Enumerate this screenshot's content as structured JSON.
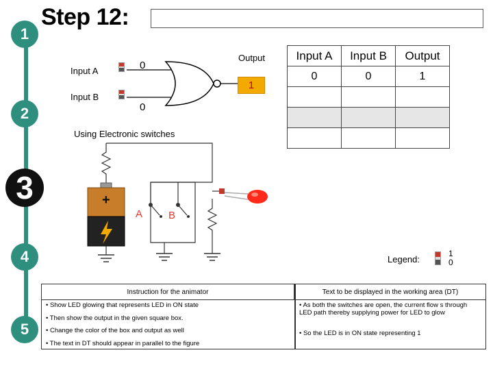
{
  "steps": [
    "1",
    "2",
    "3",
    "4",
    "5"
  ],
  "title": "Step 12:",
  "circuit": {
    "input_a_label": "Input A",
    "input_b_label": "Input B",
    "input_a_value": "0",
    "input_b_value": "0",
    "output_label": "Output",
    "output_value": "1",
    "caption": "Using Electronic switches",
    "switch_a_label": "A",
    "switch_b_label": "B"
  },
  "truth_table": {
    "headers": [
      "Input A",
      "Input B",
      "Output"
    ],
    "rows": [
      [
        "0",
        "0",
        "1"
      ]
    ]
  },
  "legend": {
    "label": "Legend:",
    "on": "1",
    "off": "0"
  },
  "annotation": {
    "left_header": "Instruction for the animator",
    "right_header": "Text to be displayed in the working area (DT)",
    "left_items": [
      "• Show LED glowing that represents LED in ON state",
      "• Then show the output in the given square box.",
      "• Change the color of the box and output as well",
      "• The text in DT should appear in parallel to the figure"
    ],
    "right_items": [
      "• As both the switches are open, the current flow s through LED path thereby supplying power for LED to glow",
      "• So the LED is in ON state representing 1"
    ]
  },
  "colors": {
    "step_teal": "#2f8f7f",
    "output_box": "#f2aa00",
    "led": "#ff2a1a",
    "battery_copper": "#c77d2a"
  }
}
